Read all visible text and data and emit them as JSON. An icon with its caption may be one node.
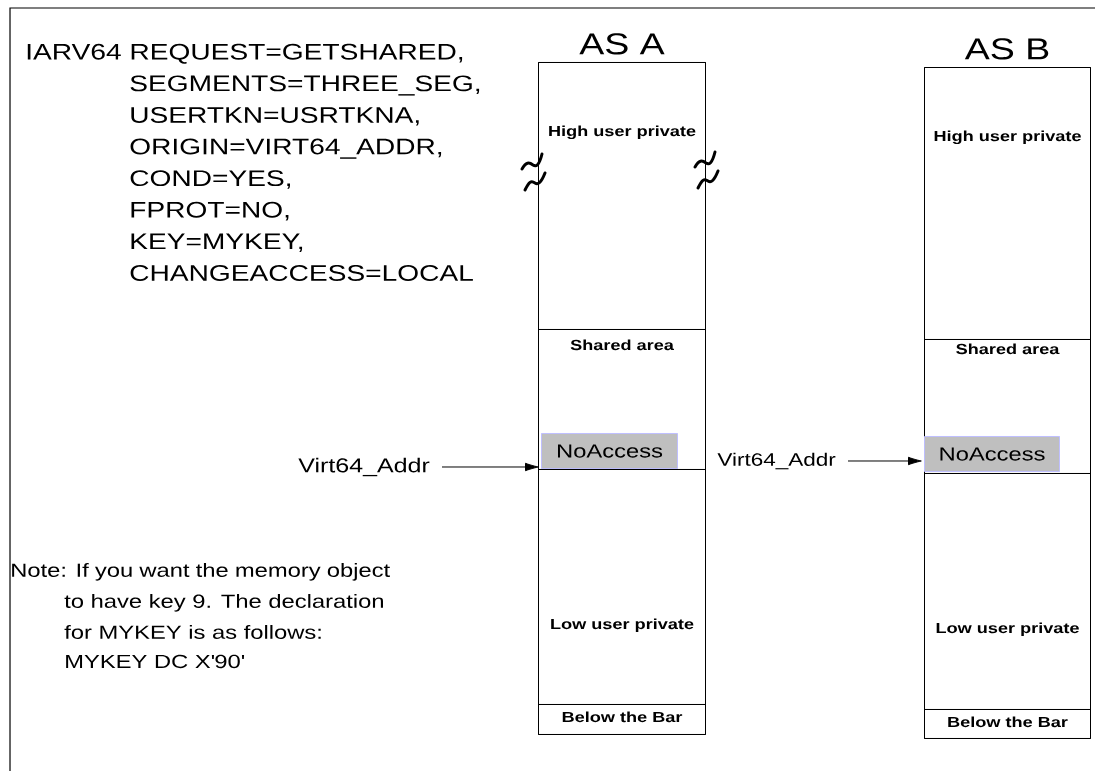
{
  "diagram": {
    "nodes": [
      {
        "text": [
          "AS A"
        ]
      },
      {
        "text": [
          "High user private"
        ],
        "in": 0
      },
      {
        "text": [
          "Shared area"
        ],
        "in": 0
      },
      {
        "text": [
          "NoAccess"
        ],
        "in": 2
      },
      {
        "text": [
          "Low  user private"
        ],
        "in": 0
      },
      {
        "text": [
          "Below  the Bar"
        ],
        "in": 0
      },
      {
        "text": [
          "AS B"
        ]
      },
      {
        "text": [
          "High user private"
        ],
        "in": 6
      },
      {
        "text": [
          "Shared area"
        ],
        "in": 6
      },
      {
        "text": [
          "NoAccess"
        ],
        "in": 8
      },
      {
        "text": [
          "Low  user private"
        ],
        "in": 6
      },
      {
        "text": [
          "Below  the Bar"
        ],
        "in": 6
      },
      {
        "text": [
          "Virt64_Addr"
        ]
      },
      {
        "text": [
          "Virt64_Addr"
        ]
      }
    ],
    "edges": [
      {
        "from": 12,
        "to": 3,
        "arrow": "to"
      },
      {
        "from": 13,
        "to": 9,
        "arrow": "to"
      }
    ],
    "labels": [
      "IARV64 REQUEST=GETSHARED,",
      "SEGMENTS=THREE_SEG,",
      "USERTKN=USRTKNA,",
      "ORIGIN=VIRT64_ADDR,",
      "COND=YES,",
      "FPROT=NO,",
      "KEY=MYKEY,",
      "CHANGEACCESS=LOCAL",
      "Note: If you want the memory object to have key 9. The declaration for MYKEY is as follows:",
      "MYKEY DC X'90'"
    ]
  }
}
